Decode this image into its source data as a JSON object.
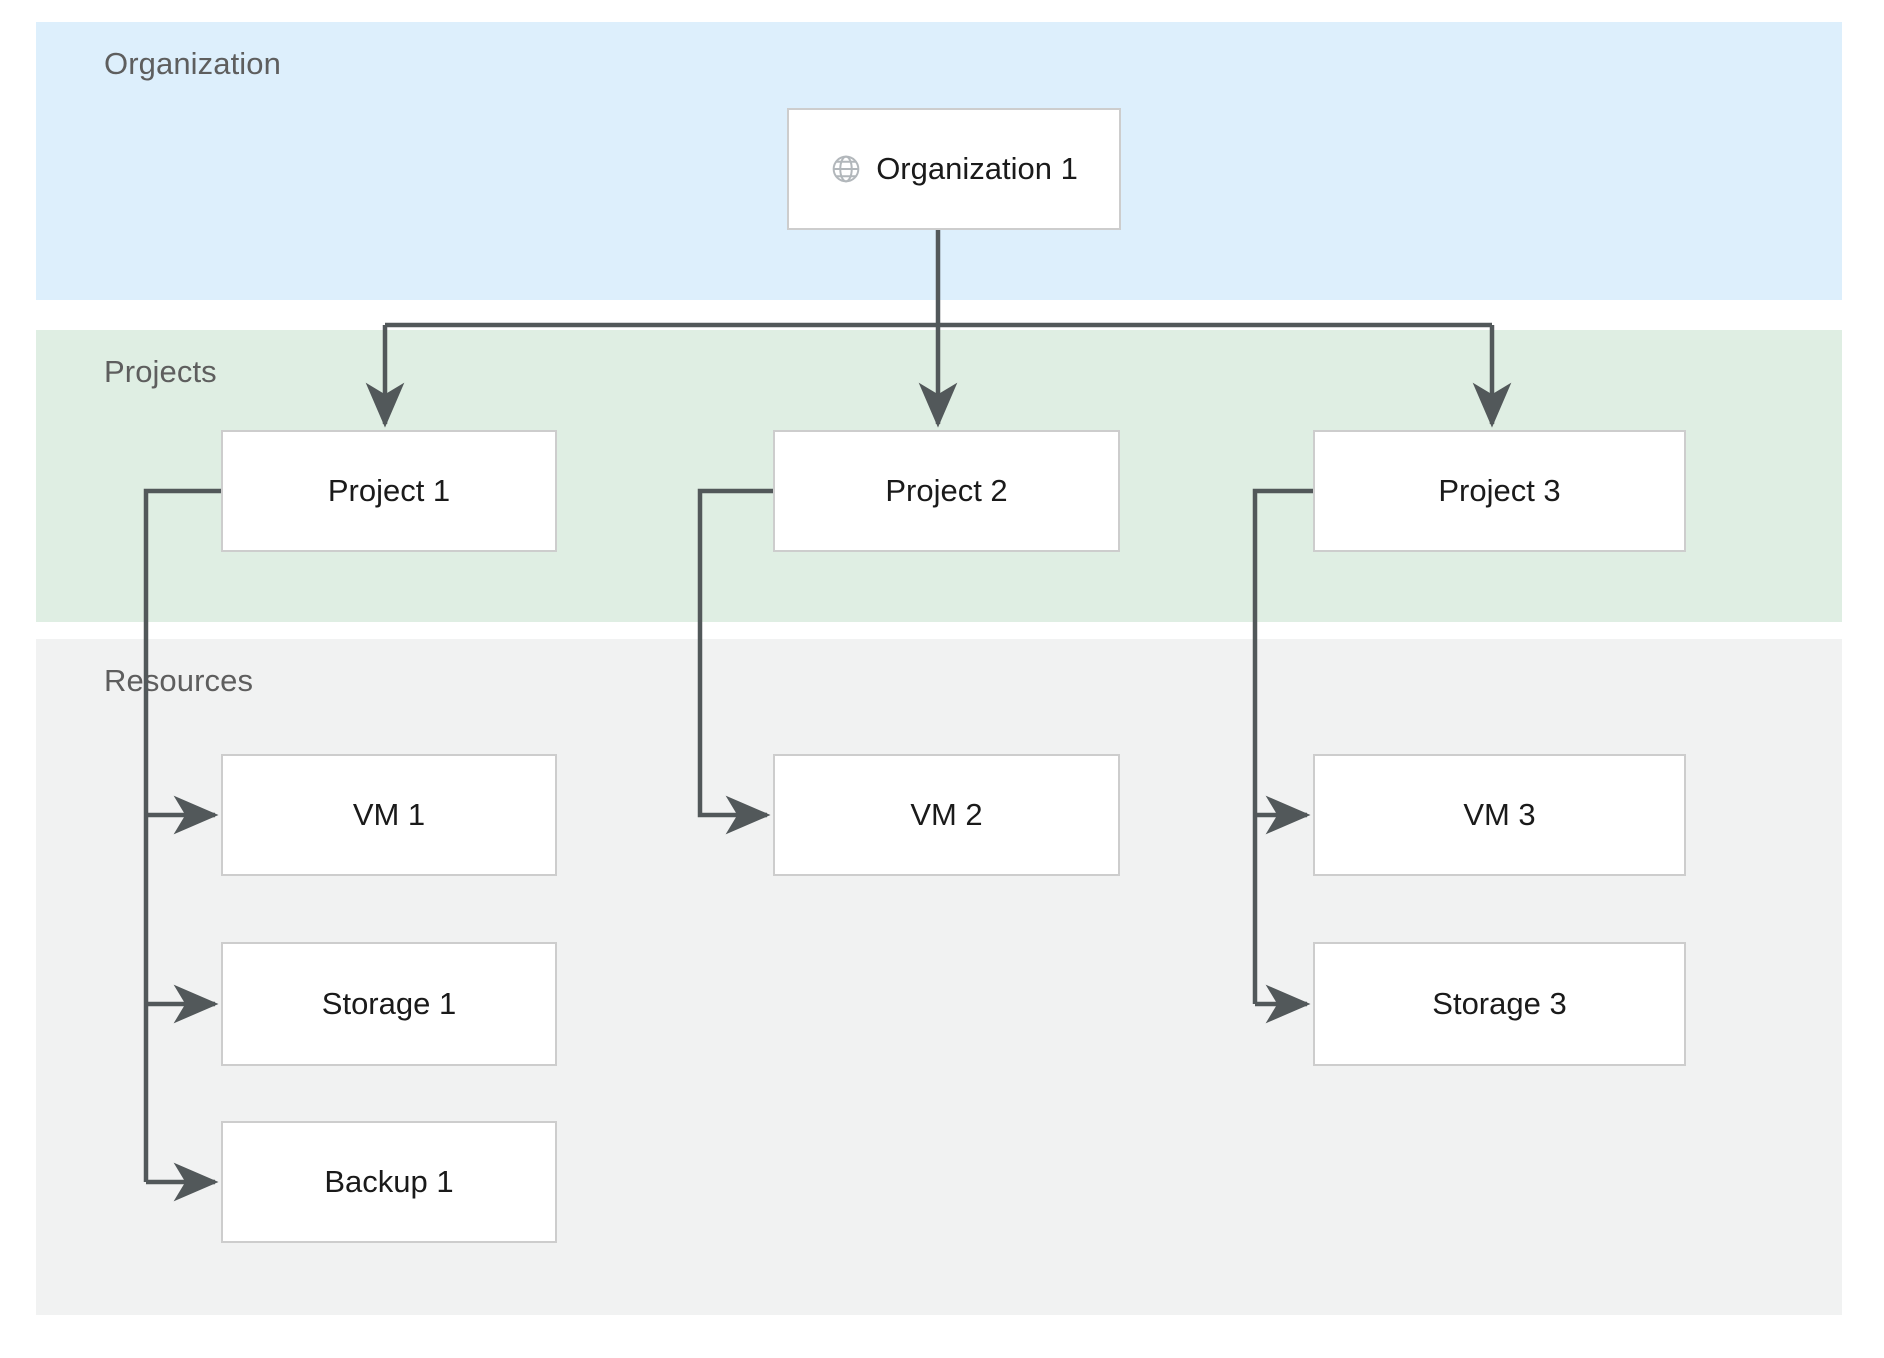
{
  "diagram": {
    "bands": [
      {
        "id": "organization",
        "label": "Organization",
        "color": "#ddeffc"
      },
      {
        "id": "projects",
        "label": "Projects",
        "color": "#dfeee3"
      },
      {
        "id": "resources",
        "label": "Resources",
        "color": "#f1f2f2"
      }
    ],
    "nodes": {
      "organization": {
        "label": "Organization 1",
        "icon": "globe-icon"
      },
      "project1": {
        "label": "Project 1"
      },
      "project2": {
        "label": "Project 2"
      },
      "project3": {
        "label": "Project 3"
      },
      "vm1": {
        "label": "VM 1"
      },
      "storage1": {
        "label": "Storage 1"
      },
      "backup1": {
        "label": "Backup 1"
      },
      "vm2": {
        "label": "VM 2"
      },
      "vm3": {
        "label": "VM 3"
      },
      "storage3": {
        "label": "Storage 3"
      }
    },
    "edges": [
      {
        "from": "organization",
        "to": "project1",
        "arrow": true
      },
      {
        "from": "organization",
        "to": "project2",
        "arrow": true
      },
      {
        "from": "organization",
        "to": "project3",
        "arrow": true
      },
      {
        "from": "project1",
        "to": "vm1",
        "arrow": true
      },
      {
        "from": "project1",
        "to": "storage1",
        "arrow": true
      },
      {
        "from": "project1",
        "to": "backup1",
        "arrow": true
      },
      {
        "from": "project2",
        "to": "vm2",
        "arrow": true
      },
      {
        "from": "project3",
        "to": "vm3",
        "arrow": true
      },
      {
        "from": "project3",
        "to": "storage3",
        "arrow": true
      }
    ],
    "colors": {
      "edge": "#52585a",
      "node_border": "#cdcdcd",
      "node_fill": "#ffffff",
      "band_label": "#5e5e5e",
      "node_text": "#1a1a1a",
      "icon": "#b2b7bb"
    }
  }
}
